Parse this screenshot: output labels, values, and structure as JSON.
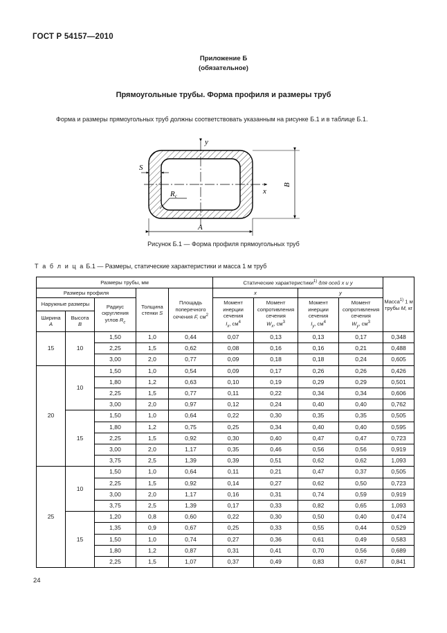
{
  "document": {
    "standard_header": "ГОСТ Р 54157—2010",
    "page_number": "24"
  },
  "appendix": {
    "title": "Приложение Б",
    "subtitle": "(обязательное)"
  },
  "section": {
    "title": "Прямоугольные трубы. Форма профиля и размеры труб",
    "intro": "Форма и размеры прямоугольных труб должны соответствовать указанным на рисунке Б.1 и в таблице Б.1."
  },
  "figure": {
    "caption": "Рисунок Б.1 — Форма профиля прямоугольных труб",
    "labels": {
      "axis_y": "y",
      "axis_x": "x",
      "thickness": "S",
      "radius": "R",
      "radius_sub": "c",
      "width": "A",
      "height": "B"
    }
  },
  "table": {
    "caption_label": "Т а б л и ц а",
    "caption_number": "Б.1",
    "caption_text": "— Размеры, статические характеристики и масса 1 м труб",
    "headers": {
      "tube_sizes": "Размеры трубы, мм",
      "profile_sizes": "Размеры профиля",
      "outer_sizes": "Наружные размеры",
      "width": "Ширина",
      "width_sym": "A",
      "height": "Высота",
      "height_sym": "B",
      "radius": "Радиус скругления углов",
      "radius_sym": "R",
      "radius_sub": "c",
      "thickness": "Толщина стенки",
      "thickness_sym": "S",
      "area": "Площадь поперечного сечения",
      "area_sym": "F,",
      "area_unit": "см",
      "area_unit_sup": "2",
      "static": "Статические характеристики",
      "static_sup": "1)",
      "static_tail": "для осей x и y",
      "axis_x": "x",
      "axis_y": "y",
      "moment_inertia": "Момент инерции сечения",
      "moment_inertia_x_sym": "I",
      "moment_inertia_x_sub": "x",
      "moment_inertia_y_sym": "I",
      "moment_inertia_y_sub": "y",
      "inertia_unit": "см",
      "inertia_unit_sup": "4",
      "moment_resist": "Момент сопротивления сечения",
      "moment_resist_x_sym": "W",
      "moment_resist_x_sub": "x",
      "moment_resist_y_sym": "W",
      "moment_resist_y_sub": "y",
      "resist_unit": "см",
      "resist_unit_sup": "3",
      "mass": "Масса",
      "mass_sup": "1)",
      "mass_tail": "1 м трубы",
      "mass_sym": "M,",
      "mass_unit": "кг"
    },
    "groups": [
      {
        "width": "15",
        "subgroups": [
          {
            "height": "10",
            "rows": [
              [
                "1,50",
                "1,0",
                "0,44",
                "0,07",
                "0,13",
                "0,13",
                "0,17",
                "0,348"
              ],
              [
                "2,25",
                "1,5",
                "0,62",
                "0,08",
                "0,16",
                "0,16",
                "0,21",
                "0,488"
              ],
              [
                "3,00",
                "2,0",
                "0,77",
                "0,09",
                "0,18",
                "0,18",
                "0,24",
                "0,605"
              ]
            ]
          }
        ]
      },
      {
        "width": "20",
        "subgroups": [
          {
            "height": "10",
            "rows": [
              [
                "1,50",
                "1,0",
                "0,54",
                "0,09",
                "0,17",
                "0,26",
                "0,26",
                "0,426"
              ],
              [
                "1,80",
                "1,2",
                "0,63",
                "0,10",
                "0,19",
                "0,29",
                "0,29",
                "0,501"
              ],
              [
                "2,25",
                "1,5",
                "0,77",
                "0,11",
                "0,22",
                "0,34",
                "0,34",
                "0,606"
              ],
              [
                "3,00",
                "2,0",
                "0,97",
                "0,12",
                "0,24",
                "0,40",
                "0,40",
                "0,762"
              ]
            ]
          },
          {
            "height": "15",
            "rows": [
              [
                "1,50",
                "1,0",
                "0,64",
                "0,22",
                "0,30",
                "0,35",
                "0,35",
                "0,505"
              ],
              [
                "1,80",
                "1,2",
                "0,75",
                "0,25",
                "0,34",
                "0,40",
                "0,40",
                "0,595"
              ],
              [
                "2,25",
                "1,5",
                "0,92",
                "0,30",
                "0,40",
                "0,47",
                "0,47",
                "0,723"
              ],
              [
                "3,00",
                "2,0",
                "1,17",
                "0,35",
                "0,46",
                "0,56",
                "0,56",
                "0,919"
              ],
              [
                "3,75",
                "2,5",
                "1,39",
                "0,39",
                "0,51",
                "0,62",
                "0,62",
                "1,093"
              ]
            ]
          }
        ]
      },
      {
        "width": "25",
        "subgroups": [
          {
            "height": "10",
            "rows": [
              [
                "1,50",
                "1,0",
                "0,64",
                "0,11",
                "0,21",
                "0,47",
                "0,37",
                "0,505"
              ],
              [
                "2,25",
                "1,5",
                "0,92",
                "0,14",
                "0,27",
                "0,62",
                "0,50",
                "0,723"
              ],
              [
                "3,00",
                "2,0",
                "1,17",
                "0,16",
                "0,31",
                "0,74",
                "0,59",
                "0,919"
              ],
              [
                "3,75",
                "2,5",
                "1,39",
                "0,17",
                "0,33",
                "0,82",
                "0,65",
                "1,093"
              ]
            ]
          },
          {
            "height": "15",
            "rows": [
              [
                "1,20",
                "0,8",
                "0,60",
                "0,22",
                "0,30",
                "0,50",
                "0,40",
                "0,474"
              ],
              [
                "1,35",
                "0,9",
                "0,67",
                "0,25",
                "0,33",
                "0,55",
                "0,44",
                "0,529"
              ],
              [
                "1,50",
                "1,0",
                "0,74",
                "0,27",
                "0,36",
                "0,61",
                "0,49",
                "0,583"
              ],
              [
                "1,80",
                "1,2",
                "0,87",
                "0,31",
                "0,41",
                "0,70",
                "0,56",
                "0,689"
              ],
              [
                "2,25",
                "1,5",
                "1,07",
                "0,37",
                "0,49",
                "0,83",
                "0,67",
                "0,841"
              ]
            ]
          }
        ]
      }
    ]
  }
}
